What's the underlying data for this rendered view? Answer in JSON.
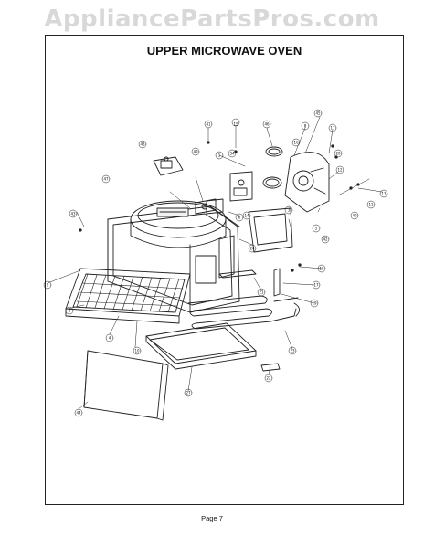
{
  "watermark": "AppliancePartsPros.com",
  "title": "UPPER MICROWAVE OVEN",
  "footer": "Page 7",
  "callouts": [
    "1",
    "2",
    "3",
    "4",
    "5",
    "6",
    "8",
    "9",
    "10",
    "11",
    "12",
    "13",
    "14",
    "15",
    "16",
    "17",
    "18",
    "19",
    "20",
    "21",
    "22",
    "23",
    "24",
    "27",
    "34",
    "40",
    "41",
    "42",
    "43",
    "44",
    "45",
    "46",
    "47",
    "48",
    "49"
  ]
}
